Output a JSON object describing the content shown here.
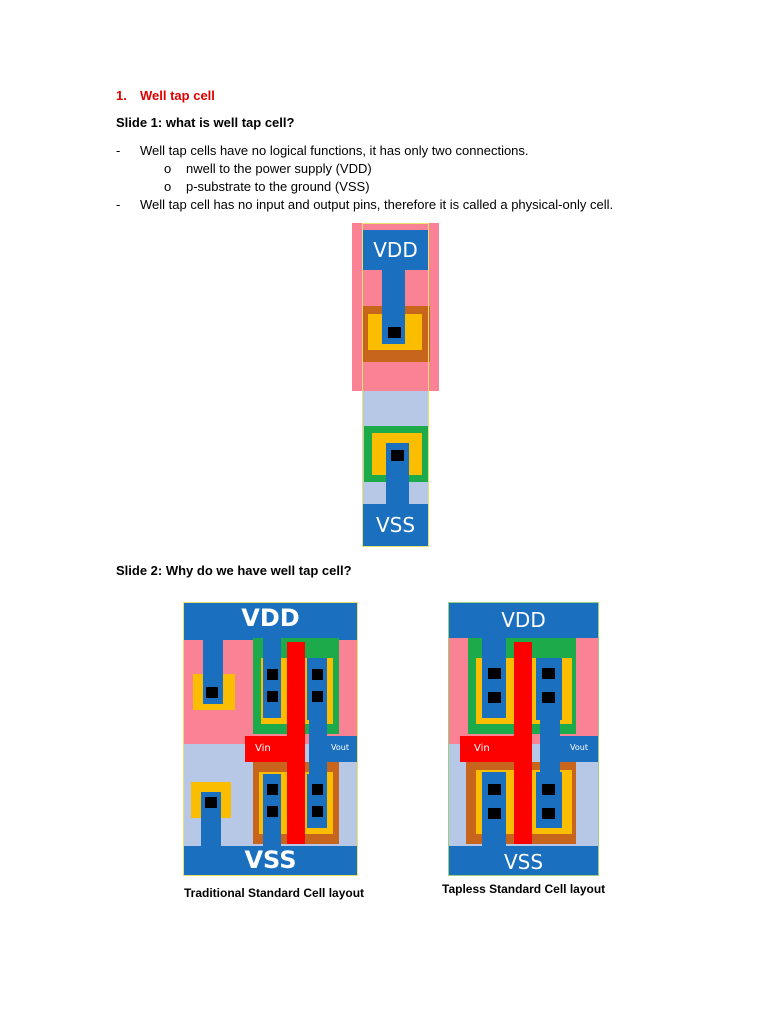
{
  "section": {
    "number": "1.",
    "title": "Well tap cell"
  },
  "slide1": {
    "heading": "Slide 1: what is well tap cell?",
    "bullets": [
      {
        "marker": "-",
        "text": "Well tap cells have no logical functions, it has only two connections."
      },
      {
        "marker": "o",
        "text": "nwell to the power supply (VDD)"
      },
      {
        "marker": "o",
        "text": "p-substrate to the ground (VSS)"
      },
      {
        "marker": "-",
        "text": "Well tap cell has no input and output pins, therefore it is called a physical-only cell."
      }
    ],
    "figure": {
      "top_label": "VDD",
      "bottom_label": "VSS"
    }
  },
  "slide2": {
    "heading": "Slide 2: Why do we have well tap cell?",
    "traditional": {
      "vdd": "VDD",
      "vss": "VSS",
      "vin": "Vin",
      "vout": "Vout",
      "caption": "Traditional Standard Cell layout"
    },
    "tapless": {
      "vdd": "VDD",
      "vss": "VSS",
      "vin": "Vin",
      "vout": "Vout",
      "caption": "Tapless Standard Cell layout"
    }
  },
  "colors": {
    "nwell": "#f98394",
    "psub": "#b6c8e6",
    "metal": "#1a6fbf",
    "pdiff": "#1daa4a",
    "ndiff": "#c8651c",
    "implant": "#fbbd00",
    "poly": "#fd0000",
    "contact": "#000000",
    "heading": "#e00000"
  }
}
